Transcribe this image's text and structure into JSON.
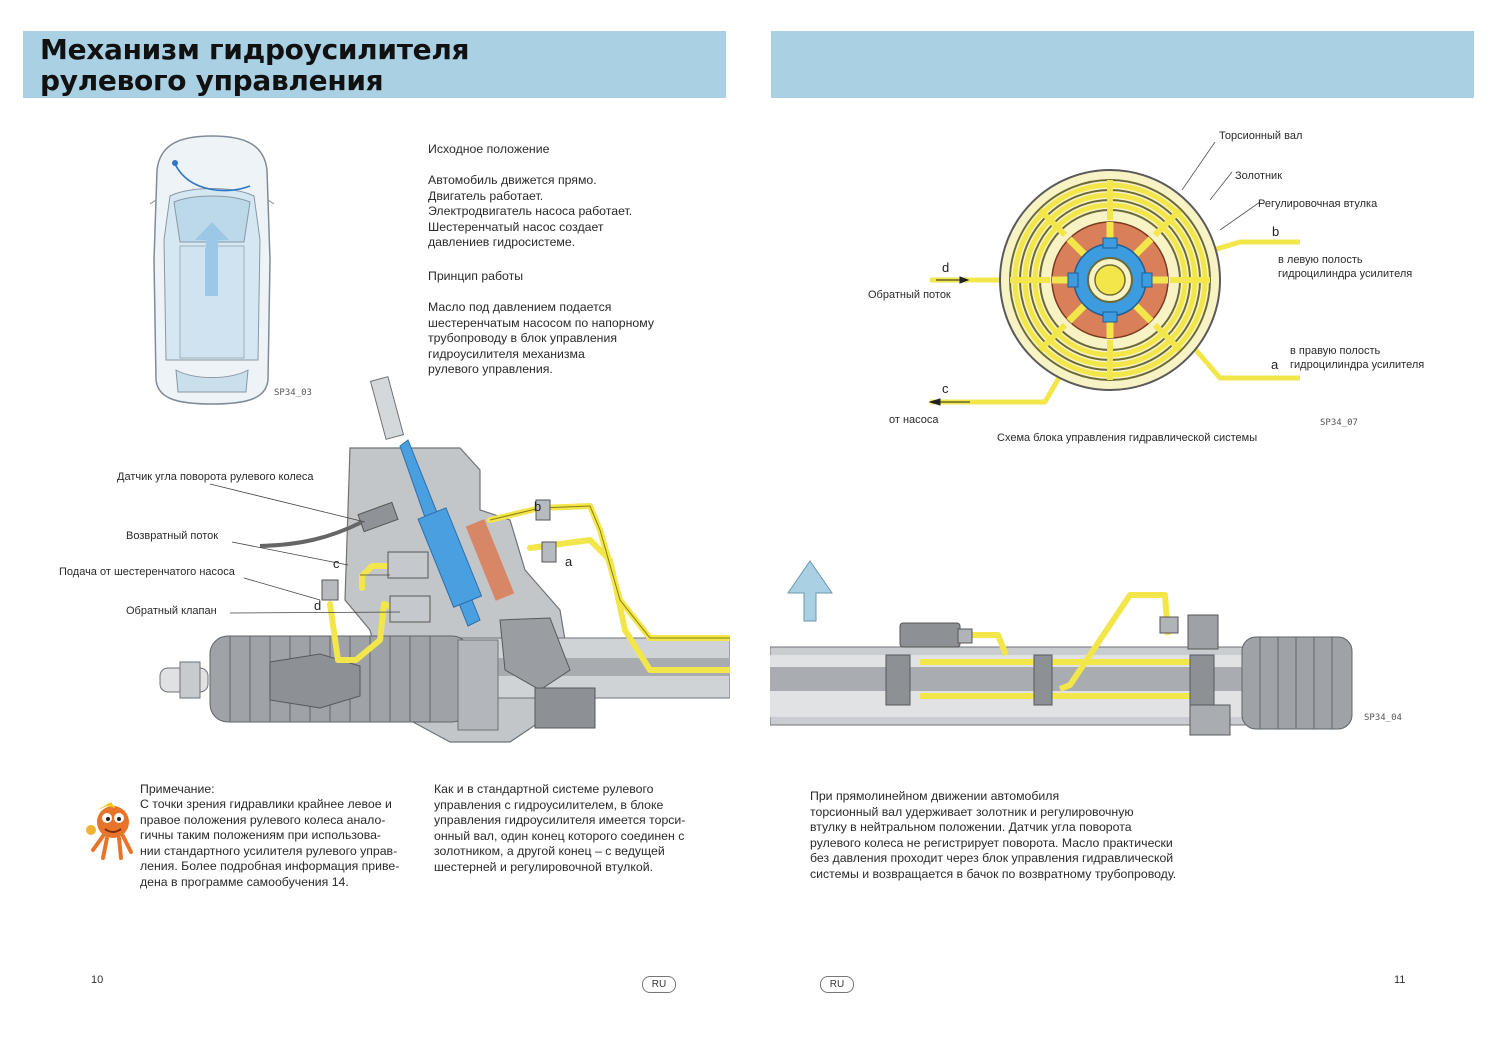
{
  "left_page": {
    "title_line1": "Механизм гидроусилителя",
    "title_line2": "рулевого управления",
    "intro_heading": "Исходное положение",
    "intro_text": "Автомобиль движется прямо.\nДвигатель работает.\nЭлектродвигатель насоса работает.\nШестеренчатый насос создает\nдавлениев гидросистеме.",
    "principle_heading": "Принцип работы",
    "principle_text": "Масло под давлением подается\nшестеренчатым насосом по напорному\nтрубопроводу в блок управления\nгидроусилителя механизма\nрулевого управления.",
    "car_code": "SP34_03",
    "labels": {
      "angle_sensor": "Датчик угла поворота рулевого колеса",
      "return_flow": "Возвратный поток",
      "pump_supply": "Подача от шестеренчатого насоса",
      "check_valve": "Обратный клапан"
    },
    "letters": {
      "b": "b",
      "a": "a",
      "c": "c",
      "d": "d"
    },
    "note_heading": "Примечание:",
    "note_text": "С точки зрения гидравлики крайнее левое и\nправое положения рулевого колеса анало-\nгичны таким положениям при использова-\nнии стандартного усилителя рулевого управ-\nления. Более подробная информация приве-\nдена в программе самообучения 14.",
    "middle_text": "Как и в стандартной системе рулевого\nуправления с гидроусилителем, в блоке\nуправления гидроусилителя имеется торси-\nонный вал, один конец которого соединен с\nзолотником, а другой конец – с ведущей\nшестерней и регулировочной втулкой.",
    "page_number": "10",
    "lang": "RU"
  },
  "right_page": {
    "labels": {
      "torsion_shaft": "Торсионный вал",
      "spool": "Золотник",
      "sleeve": "Регулировочная втулка",
      "left_cavity_1": "в левую полость",
      "left_cavity_2": "гидроцилиндра усилителя",
      "right_cavity_1": "в правую полость",
      "right_cavity_2": "гидроцилиндра усилителя",
      "return_flow": "Обратный поток",
      "from_pump": "от насоса",
      "caption": "Схема блока управления гидравлической системы"
    },
    "letters": {
      "b": "b",
      "d": "d",
      "a": "a",
      "c": "c"
    },
    "diagram_code": "SP34_07",
    "rack_code": "SP34_04",
    "body_text": "При прямолинейном движении автомобиля\nторсионный вал удерживает золотник и регулировочную\nвтулку в нейтральном положении. Датчик угла поворота\nрулевого колеса не регистрирует поворота. Масло практически\nбез давления проходит через блок управления гидравлической\nсистемы и возвращается в бачок по возвратному трубопроводу.",
    "page_number": "11",
    "lang": "RU"
  },
  "colors": {
    "banner": "#a9d1e3",
    "oil_yellow": "#f2e64a",
    "metal_gray": "#b9bcbf",
    "spool_blue": "#3d9be0",
    "sleeve_orange": "#d9805a"
  }
}
